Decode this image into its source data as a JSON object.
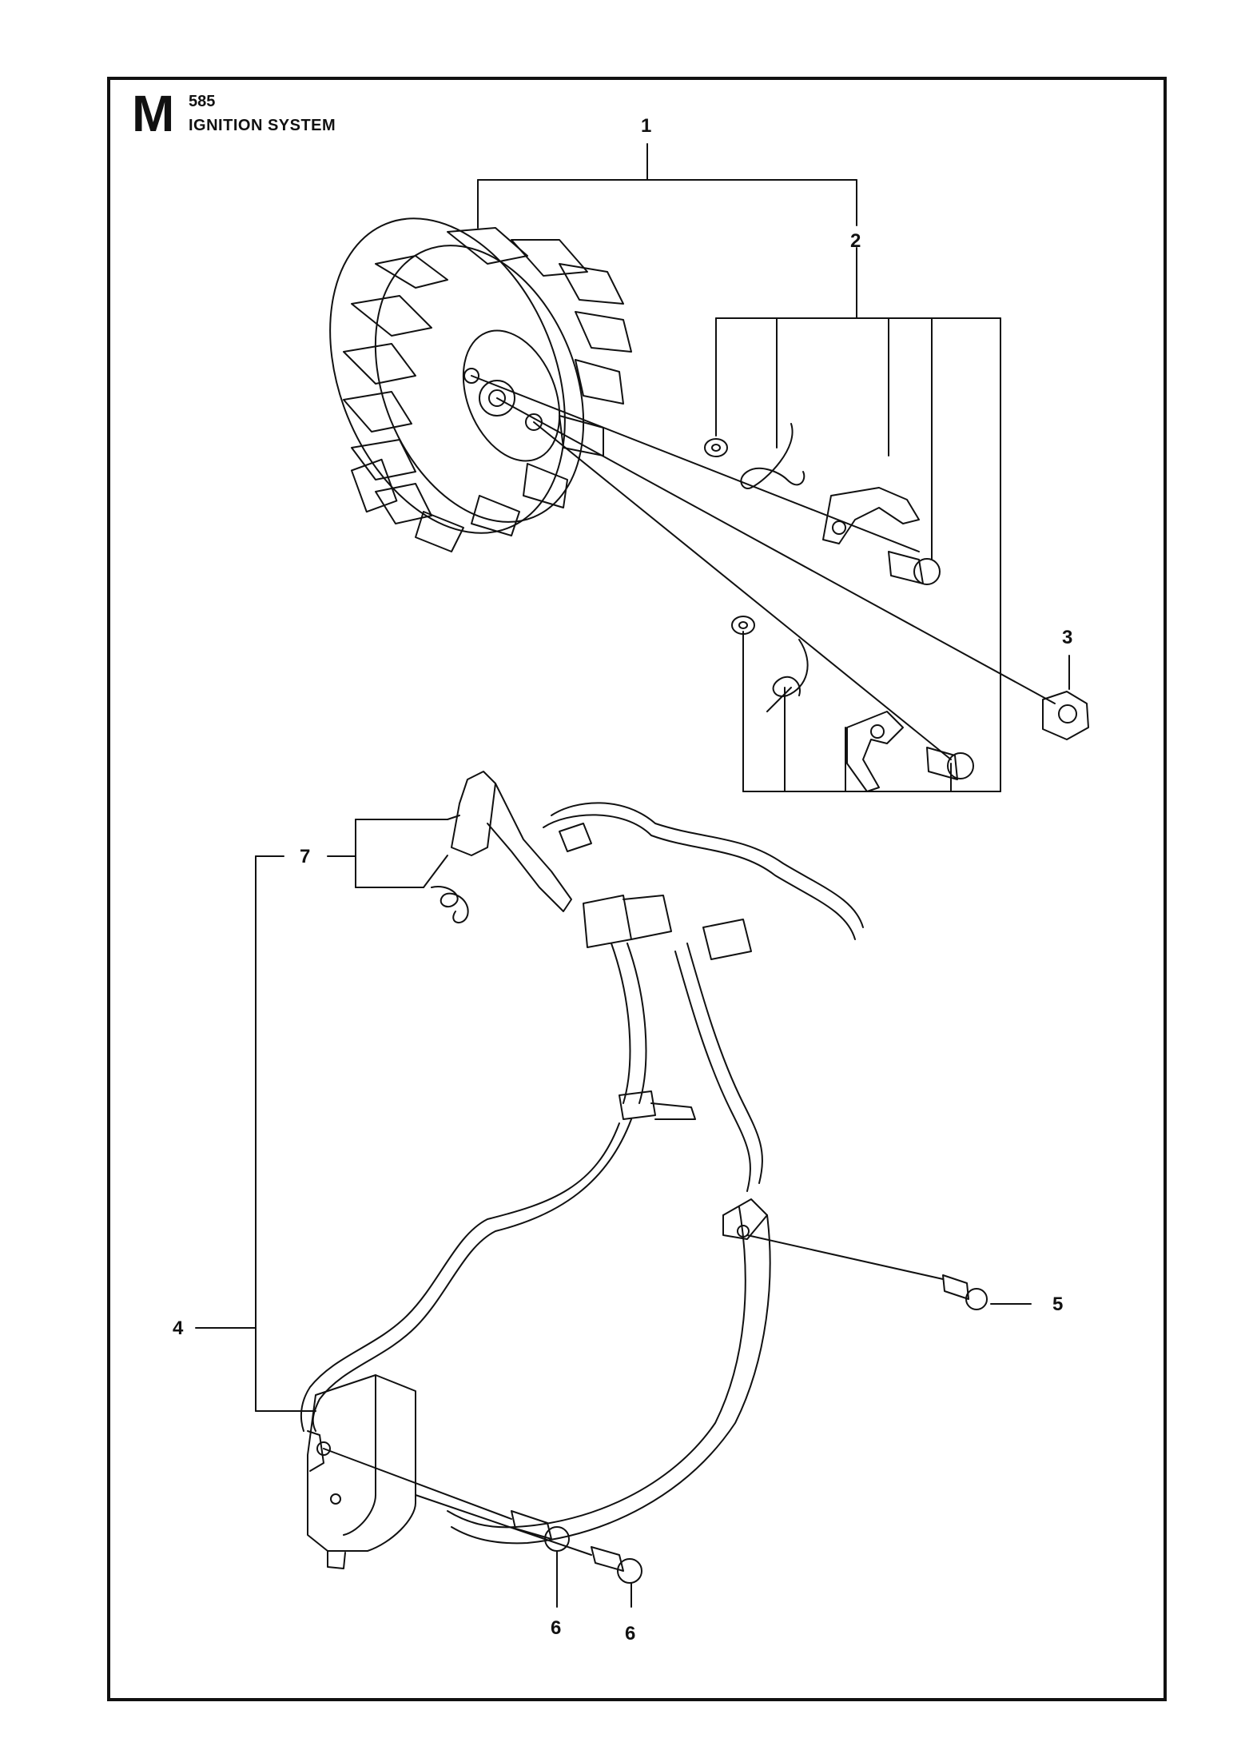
{
  "header": {
    "section_letter": "M",
    "model": "585",
    "title": "IGNITION SYSTEM"
  },
  "callouts": {
    "c1": "1",
    "c2": "2",
    "c3": "3",
    "c4": "4",
    "c5": "5",
    "c6a": "6",
    "c6b": "6",
    "c7": "7"
  },
  "colors": {
    "line": "#111111",
    "background": "#ffffff"
  }
}
